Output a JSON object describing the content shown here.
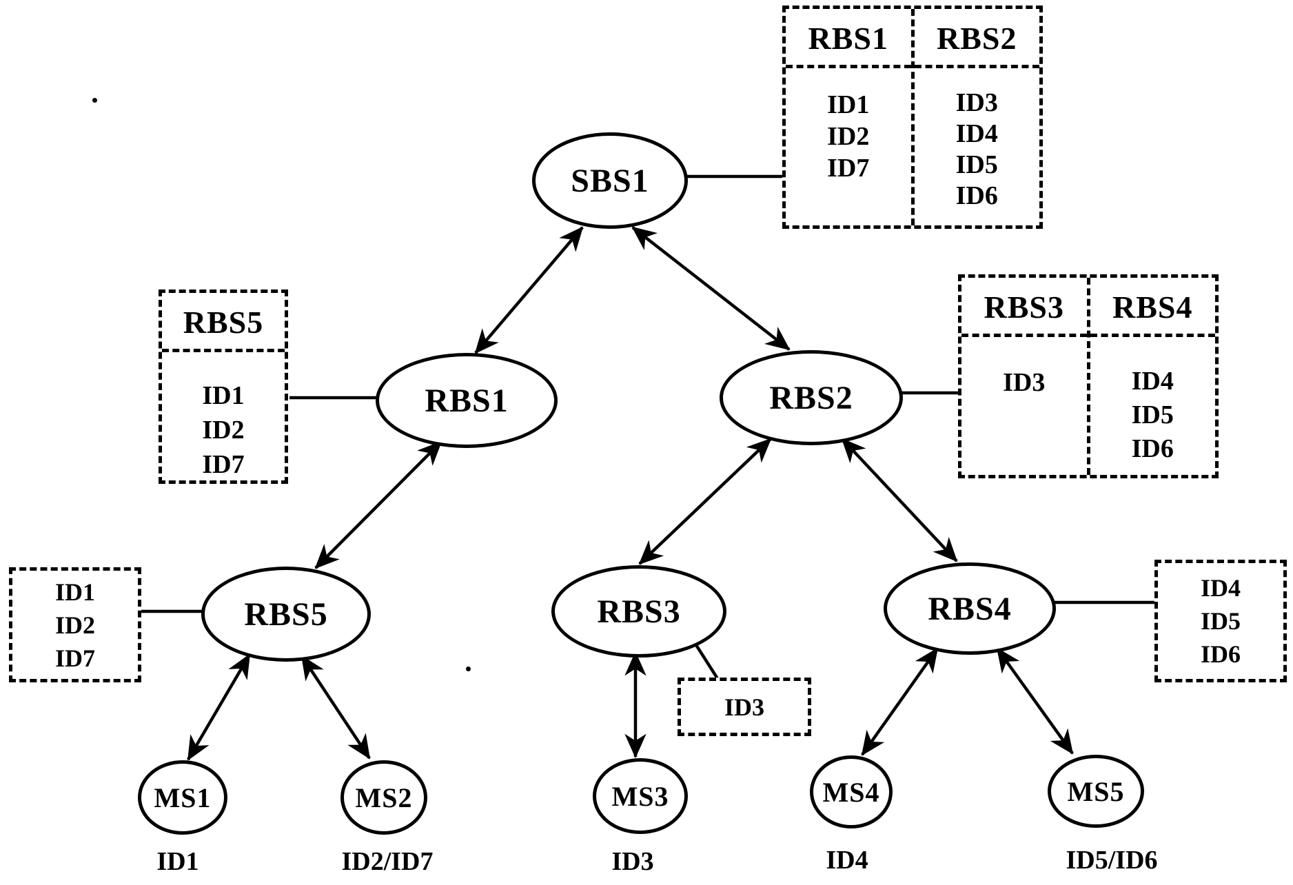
{
  "figure": {
    "nodes": {
      "sbs1": "SBS1",
      "rbs1": "RBS1",
      "rbs2": "RBS2",
      "rbs5": "RBS5",
      "rbs3": "RBS3",
      "rbs4": "RBS4",
      "ms1": "MS1",
      "ms2": "MS2",
      "ms3": "MS3",
      "ms4": "MS4",
      "ms5": "MS5"
    },
    "tables": {
      "sbs1_table": {
        "columns": [
          {
            "header": "RBS1",
            "ids": [
              "ID1",
              "ID2",
              "ID7"
            ]
          },
          {
            "header": "RBS2",
            "ids": [
              "ID3",
              "ID4",
              "ID5",
              "ID6"
            ]
          }
        ]
      },
      "rbs1_table": {
        "columns": [
          {
            "header": "RBS5",
            "ids": [
              "ID1",
              "ID2",
              "ID7"
            ]
          }
        ]
      },
      "rbs2_table": {
        "columns": [
          {
            "header": "RBS3",
            "ids": [
              "ID3"
            ]
          },
          {
            "header": "RBS4",
            "ids": [
              "ID4",
              "ID5",
              "ID6"
            ]
          }
        ]
      },
      "rbs5_box": {
        "ids": [
          "ID1",
          "ID2",
          "ID7"
        ]
      },
      "rbs3_box": {
        "ids": [
          "ID3"
        ]
      },
      "rbs4_box": {
        "ids": [
          "ID4",
          "ID5",
          "ID6"
        ]
      }
    },
    "ms_labels": {
      "ms1": "ID1",
      "ms2": "ID2/ID7",
      "ms3": "ID3",
      "ms4": "ID4",
      "ms5": "ID5/ID6"
    }
  }
}
